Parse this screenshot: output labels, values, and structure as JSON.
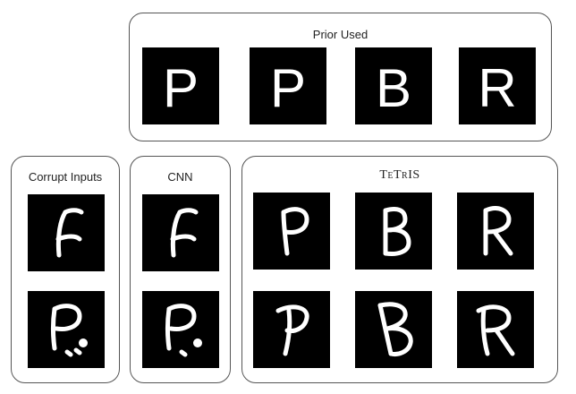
{
  "panels": {
    "prior": {
      "title": "Prior Used",
      "letters": [
        "P",
        "P",
        "B",
        "R"
      ]
    },
    "corrupt": {
      "title": "Corrupt Inputs"
    },
    "cnn": {
      "title": "CNN"
    },
    "tetris": {
      "title": "TeTrIS"
    }
  }
}
